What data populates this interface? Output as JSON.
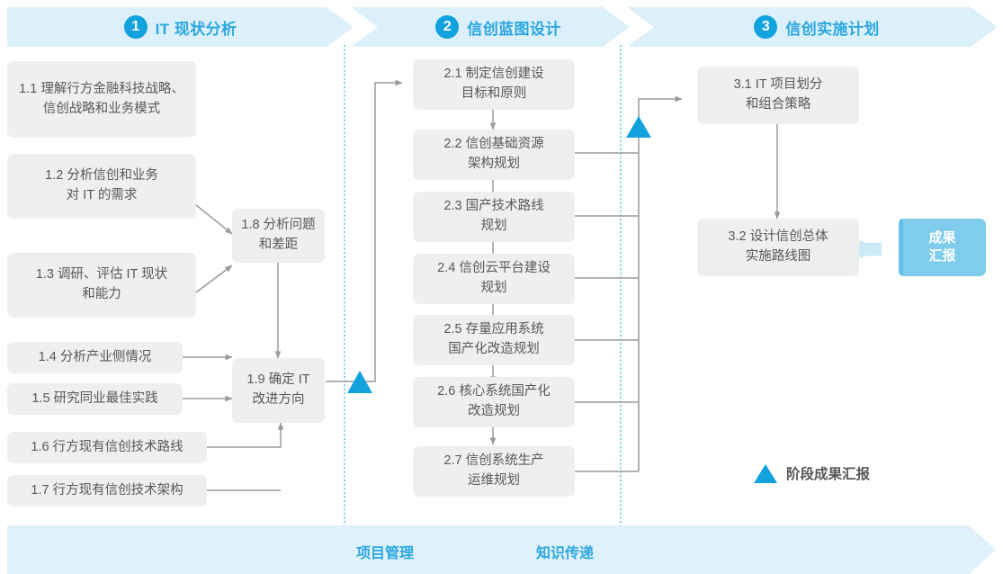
{
  "phases": [
    {
      "num": "1",
      "label": "IT 现状分析"
    },
    {
      "num": "2",
      "label": "信创蓝图设计"
    },
    {
      "num": "3",
      "label": "信创实施计划"
    }
  ],
  "boxes": {
    "p1": [
      {
        "id": "1.1",
        "text": "1.1 理解行方金融科技战略、\n信创战略和业务模式"
      },
      {
        "id": "1.2",
        "text": "1.2 分析信创和业务\n对 IT 的需求"
      },
      {
        "id": "1.3",
        "text": "1.3 调研、评估 IT 现状\n和能力"
      },
      {
        "id": "1.4",
        "text": "1.4 分析产业侧情况"
      },
      {
        "id": "1.5",
        "text": "1.5 研究同业最佳实践"
      },
      {
        "id": "1.6",
        "text": "1.6 行方现有信创技术路线"
      },
      {
        "id": "1.7",
        "text": "1.7 行方现有信创技术架构"
      },
      {
        "id": "1.8",
        "text": "1.8 分析问题\n和差距"
      },
      {
        "id": "1.9",
        "text": "1.9 确定 IT\n改进方向"
      }
    ],
    "p2": [
      {
        "id": "2.1",
        "text": "2.1 制定信创建设\n目标和原则"
      },
      {
        "id": "2.2",
        "text": "2.2 信创基础资源\n架构规划"
      },
      {
        "id": "2.3",
        "text": "2.3 国产技术路线\n规划"
      },
      {
        "id": "2.4",
        "text": "2.4 信创云平台建设\n规划"
      },
      {
        "id": "2.5",
        "text": "2.5 存量应用系统\n国产化改造规划"
      },
      {
        "id": "2.6",
        "text": "2.6 核心系统国产化\n改造规划"
      },
      {
        "id": "2.7",
        "text": "2.7 信创系统生产\n运维规划"
      }
    ],
    "p3": [
      {
        "id": "3.1",
        "text": "3.1 IT 项目划分\n和组合策略"
      },
      {
        "id": "3.2",
        "text": "3.2 设计信创总体\n实施路线图"
      }
    ]
  },
  "outcome": {
    "text": "成果\n汇报"
  },
  "legend": {
    "text": "阶段成果汇报"
  },
  "bottom_band": {
    "labels": [
      "项目管理",
      "知识传递"
    ]
  },
  "colors": {
    "banner_bg": "#DCF0FB",
    "accent_blue": "#12A2DE",
    "label_blue": "#2BA7E0",
    "box_bg": "#EFEFEF",
    "box_text": "#58585A",
    "connector": "#9A9A9A",
    "outcome_bg": "#7FCCEC",
    "divider_dotted": "#5BC3E8"
  }
}
